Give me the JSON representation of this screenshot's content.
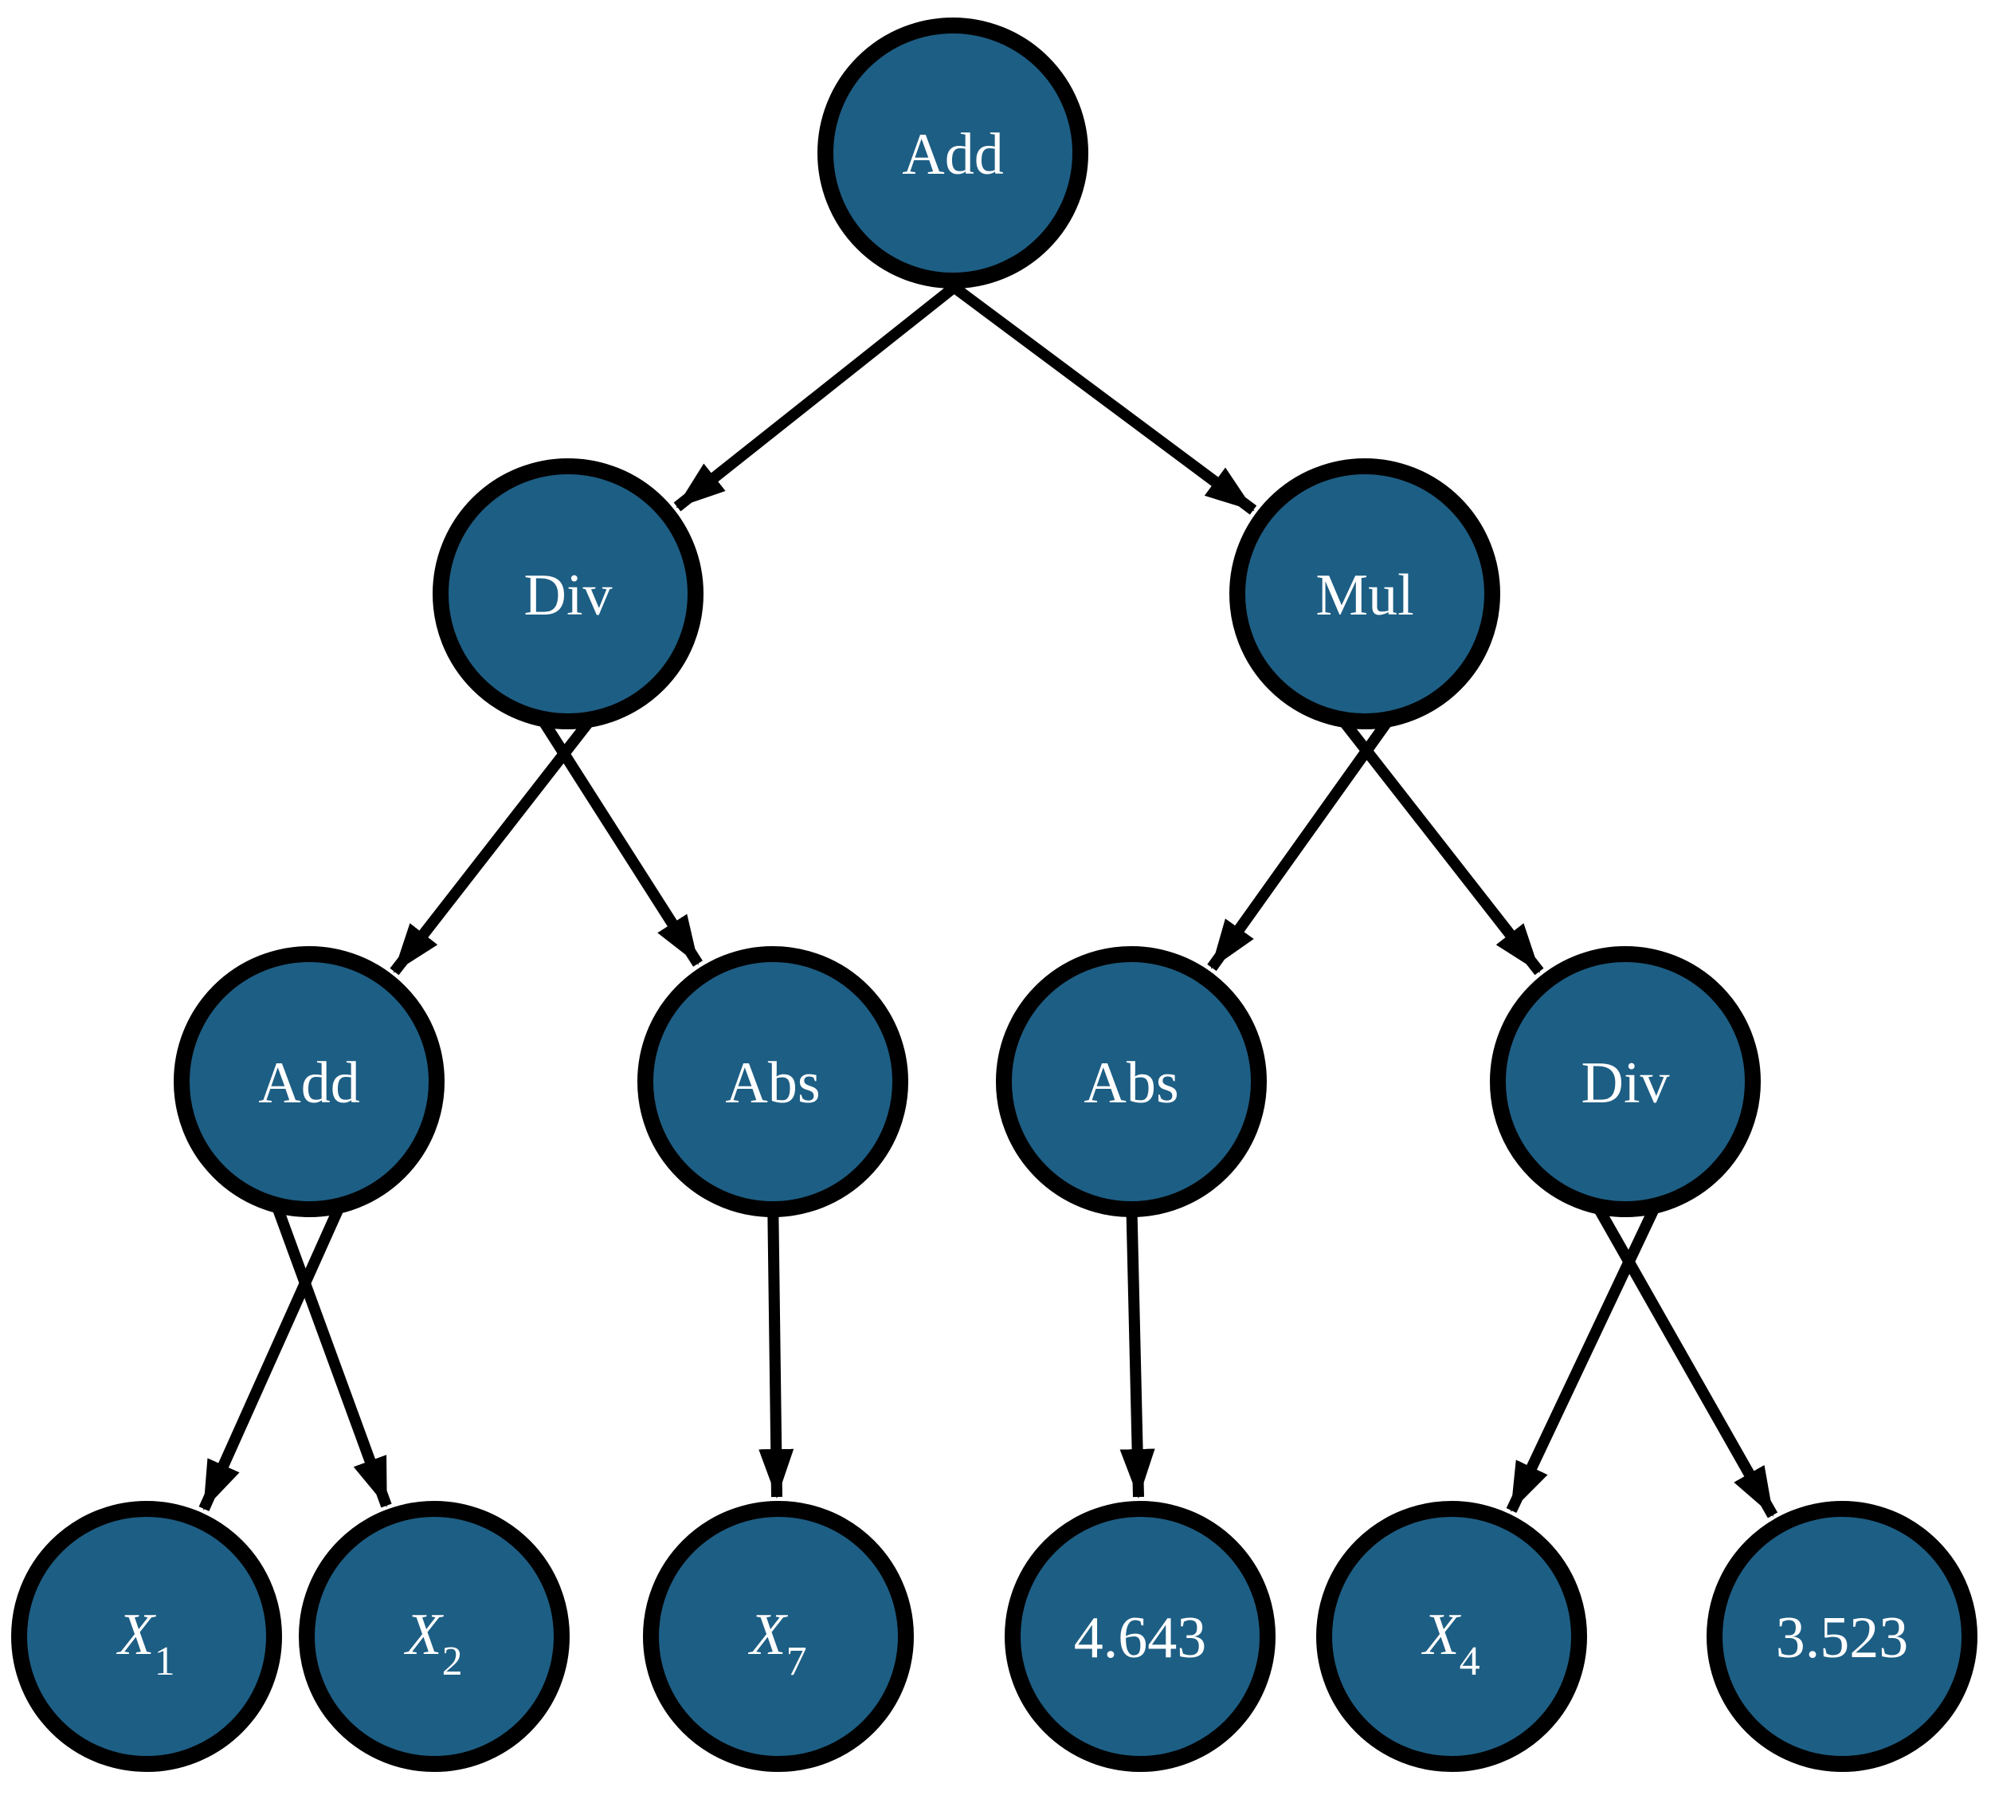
{
  "tree": {
    "background_color": "#ffffff",
    "node_fill": "#1d5e84",
    "node_border_color": "#000000",
    "label_color": "#ffffff",
    "nodes": [
      {
        "id": "add-root",
        "label": "Add",
        "type": "operator"
      },
      {
        "id": "div-l2",
        "label": "Div",
        "type": "operator"
      },
      {
        "id": "mul-l2",
        "label": "Mul",
        "type": "operator"
      },
      {
        "id": "add-l3",
        "label": "Add",
        "type": "operator"
      },
      {
        "id": "abs-l3a",
        "label": "Abs",
        "type": "operator"
      },
      {
        "id": "abs-l3b",
        "label": "Abs",
        "type": "operator"
      },
      {
        "id": "div-l3",
        "label": "Div",
        "type": "operator"
      },
      {
        "id": "x1",
        "base": "X",
        "sub": "1",
        "type": "variable"
      },
      {
        "id": "x2",
        "base": "X",
        "sub": "2",
        "type": "variable"
      },
      {
        "id": "x7",
        "base": "X",
        "sub": "7",
        "type": "variable"
      },
      {
        "id": "const-4643",
        "label": "4.643",
        "type": "constant"
      },
      {
        "id": "x4",
        "base": "X",
        "sub": "4",
        "type": "variable"
      },
      {
        "id": "const-3523",
        "label": "3.523",
        "type": "constant"
      }
    ],
    "edges": [
      [
        "add-root",
        "div-l2"
      ],
      [
        "add-root",
        "mul-l2"
      ],
      [
        "div-l2",
        "add-l3"
      ],
      [
        "div-l2",
        "abs-l3a"
      ],
      [
        "mul-l2",
        "abs-l3b"
      ],
      [
        "mul-l2",
        "div-l3"
      ],
      [
        "add-l3",
        "x1"
      ],
      [
        "add-l3",
        "x2"
      ],
      [
        "abs-l3a",
        "x7"
      ],
      [
        "abs-l3b",
        "const-4643"
      ],
      [
        "div-l3",
        "x4"
      ],
      [
        "div-l3",
        "const-3523"
      ]
    ]
  }
}
